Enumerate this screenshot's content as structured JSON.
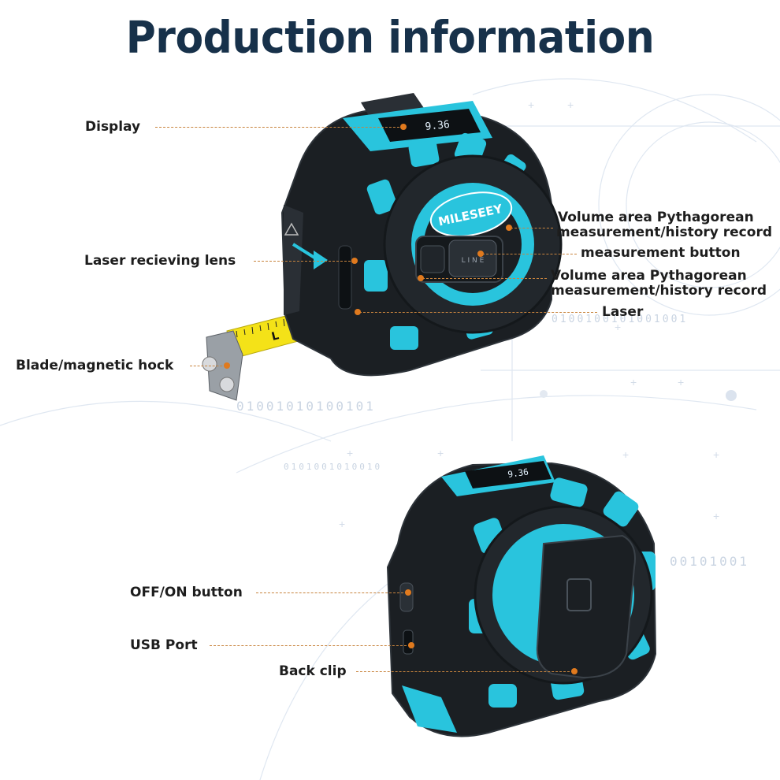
{
  "title": "Production information",
  "brand": "MILESEEY",
  "blade_mark": "L",
  "display_reading": "9.36",
  "background_binary": [
    "0100100101001001",
    "01001010100101",
    "0101001010010",
    "00101001"
  ],
  "callouts": {
    "display": "Display",
    "laser_lens": "Laser recieving lens",
    "blade_hook": "Blade/magnetic hock",
    "volume_area_1": [
      "Volume area Pythagorean",
      "measurement/history record"
    ],
    "measurement_button": "measurement button",
    "volume_area_2": [
      "Volume area Pythagorean",
      "measurement/history record"
    ],
    "laser": "Laser",
    "onoff_button": "OFF/ON button",
    "usb_port": "USB Port",
    "back_clip": "Back clip"
  },
  "colors": {
    "title": "#17314a",
    "accent_cyan": "#29c4dd",
    "body_black": "#1b1f23",
    "leader_orange": "#e07a1e",
    "blade_yellow": "#f4e218"
  }
}
